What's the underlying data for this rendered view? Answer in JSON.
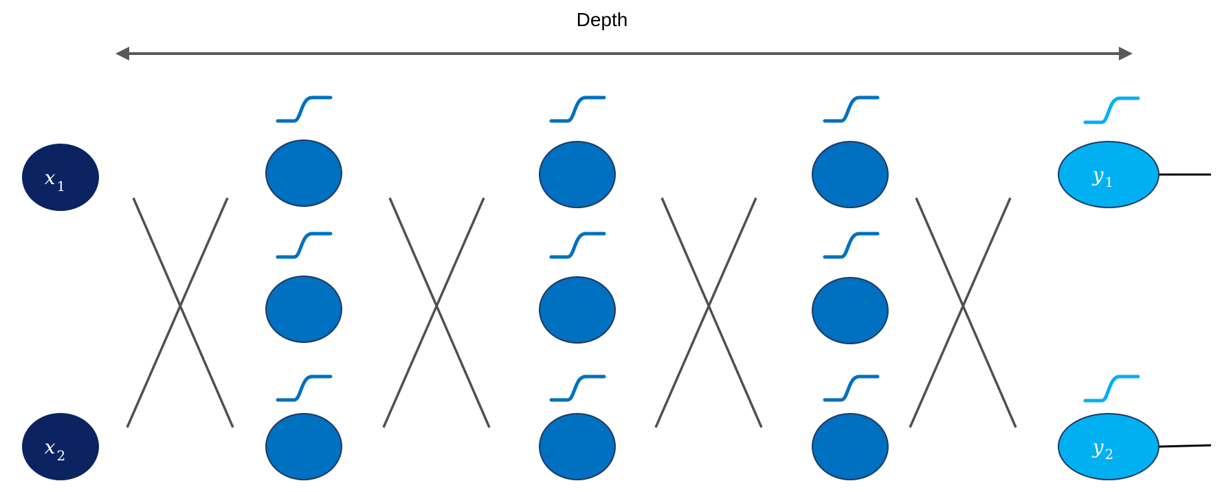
{
  "diagram": {
    "title": "Depth",
    "inputs": [
      {
        "var": "x",
        "sub": "1"
      },
      {
        "var": "x",
        "sub": "2"
      }
    ],
    "hidden_layers": [
      {
        "units": 3
      },
      {
        "units": 3
      },
      {
        "units": 3
      }
    ],
    "outputs": [
      {
        "var": "y",
        "sub": "1"
      },
      {
        "var": "y",
        "sub": "2"
      }
    ],
    "colors": {
      "input_node": "#0b2361",
      "hidden_node": "#0070c0",
      "output_node": "#00b0f0",
      "node_stroke": "#1f3864",
      "connection": "#505050",
      "arrow": "#595959",
      "hidden_activation": "#0070c0",
      "output_activation": "#00b0f0",
      "output_line": "#000000"
    },
    "icons": {
      "activation": "sigmoid-icon"
    }
  }
}
